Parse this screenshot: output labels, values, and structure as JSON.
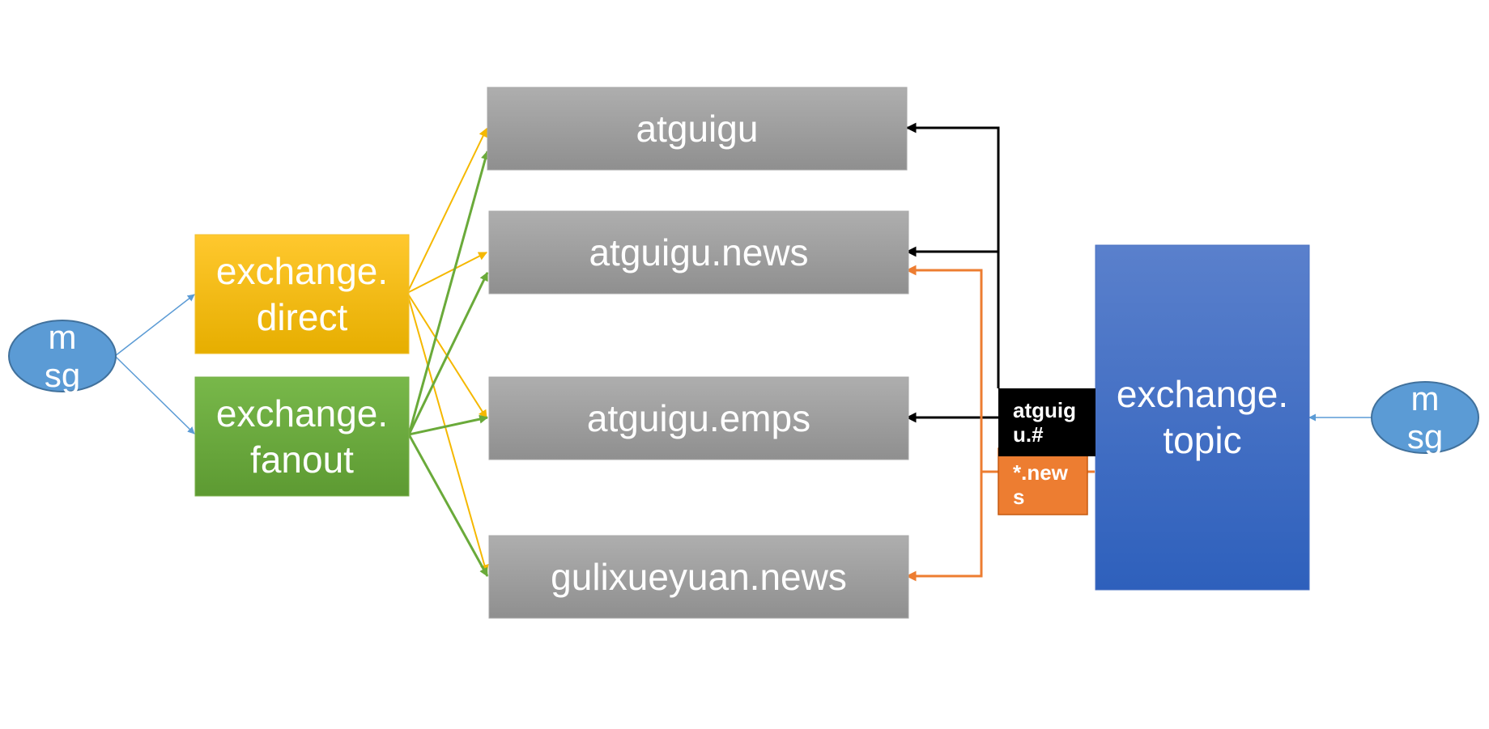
{
  "colors": {
    "direct": "#f5b800",
    "fanout": "#6aaa3a",
    "topic": "#3d6cc8",
    "queue": "#9e9e9e",
    "msg": "#5b9bd5",
    "black_route": "#000000",
    "orange_route": "#ed7d31"
  },
  "msg_left": "m sg",
  "msg_right": "m sg",
  "exchanges": {
    "direct": "exchange. direct",
    "fanout": "exchange. fanout",
    "topic": "exchange. topic"
  },
  "queues": [
    "atguigu",
    "atguigu.news",
    "atguigu.emps",
    "gulixueyuan.news"
  ],
  "routing_keys": {
    "black": "atguig u.#",
    "orange": "*.new s"
  }
}
